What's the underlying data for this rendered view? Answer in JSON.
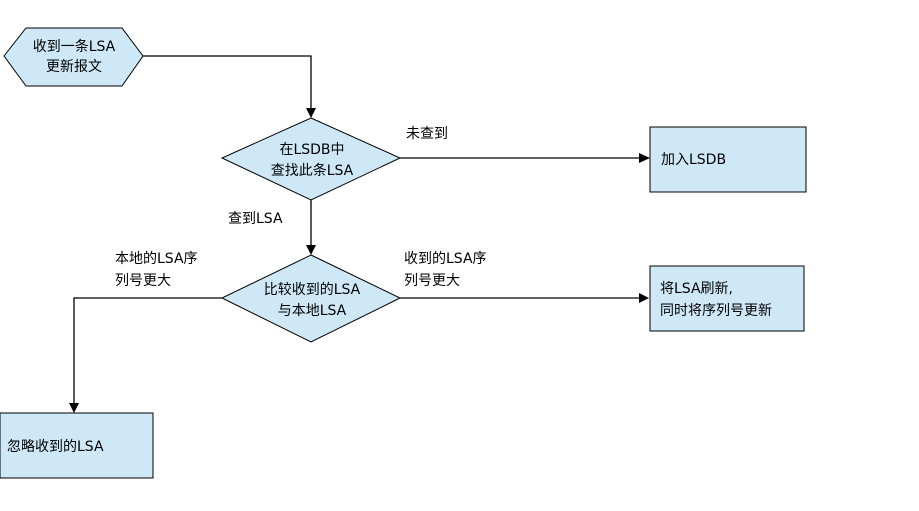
{
  "nodes": {
    "start": {
      "line1": "收到一条LSA",
      "line2": "更新报文"
    },
    "lookup": {
      "line1": "在LSDB中",
      "line2": "查找此条LSA"
    },
    "add": {
      "text": "加入LSDB"
    },
    "compare": {
      "line1": "比较收到的LSA",
      "line2": "与本地LSA"
    },
    "refresh": {
      "line1": "将LSA刷新,",
      "line2": "同时将序列号更新"
    },
    "ignore": {
      "text": "忽略收到的LSA"
    }
  },
  "edges": {
    "not_found": "未查到",
    "found": "查到LSA",
    "local_larger": {
      "line1": "本地的LSA序",
      "line2": "列号更大"
    },
    "received_larger": {
      "line1": "收到的LSA序",
      "line2": "列号更大"
    }
  },
  "colors": {
    "node_fill": "#cfe8f7",
    "stroke": "#000000"
  }
}
